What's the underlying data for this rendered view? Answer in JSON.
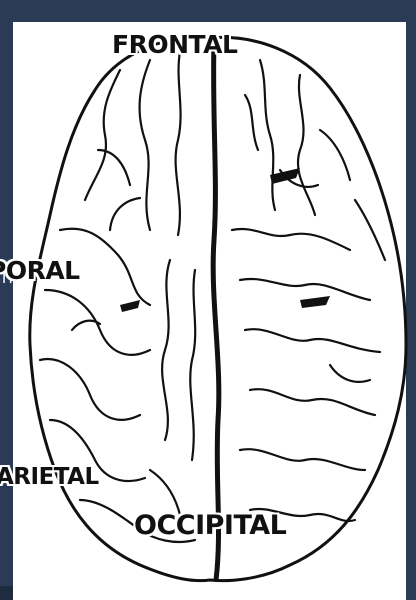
{
  "diagram": {
    "labels": {
      "frontal": "FRONTAL",
      "temporal": "PORAL",
      "parietal": "ARIETAL",
      "occipital": "OCCIPITAL"
    }
  },
  "colors": {
    "slide_background": "#2b3a55",
    "outline": "#111111",
    "fill": "#ffffff"
  }
}
